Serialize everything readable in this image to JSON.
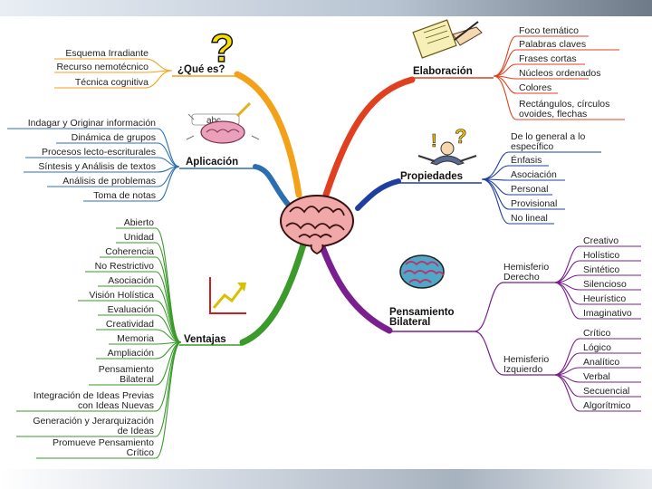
{
  "center": {
    "icon": "brain-icon"
  },
  "branches": {
    "que_es": {
      "title": "¿Qué es?",
      "items": [
        "Esquema Irradiante",
        "Recurso nemotécnico",
        "Técnica cognitiva"
      ],
      "icon": "question-mark-icon",
      "color": "#f4a11a"
    },
    "aplicacion": {
      "title": "Aplicación",
      "items": [
        "Indagar y Originar información",
        "Dinámica de grupos",
        "Procesos lecto-escriturales",
        "Síntesis y Análisis de textos",
        "Análisis de problemas",
        "Toma de notas"
      ],
      "icon": "abc-brain-icon",
      "color": "#2b6fb0"
    },
    "ventajas": {
      "title": "Ventajas",
      "items": [
        "Abierto",
        "Unidad",
        "Coherencia",
        "No Restrictivo",
        "Asociación",
        "Visión Holística",
        "Evaluación",
        "Creatividad",
        "Memoria",
        "Ampliación",
        "Pensamiento\nBilateral",
        "Integración de Ideas Previas\ncon Ideas Nuevas",
        "Generación y Jerarquización\nde Ideas",
        "Promueve Pensamiento\nCrítico"
      ],
      "icon": "growth-arrow-icon",
      "color": "#3a9a2a"
    },
    "elaboracion": {
      "title": "Elaboración",
      "items": [
        "Foco temático",
        "Palabras claves",
        "Frases cortas",
        "Núcleos ordenados",
        "Colores",
        "Rectángulos, círculos\novoides, flechas"
      ],
      "icon": "writing-hand-icon",
      "color": "#e04020"
    },
    "propiedades": {
      "title": "Propiedades",
      "items": [
        "De lo general a lo\nespecífico",
        "Énfasis",
        "Asociación",
        "Personal",
        "Provisional",
        "No lineal"
      ],
      "icon": "thinking-person-icon",
      "color": "#1f3fa0"
    },
    "pensamiento": {
      "title": "Pensamiento\nBilateral",
      "icon": "brain-hemispheres-icon",
      "color": "#7a1f8f",
      "derecho": {
        "label": "Hemisferio\nDerecho",
        "items": [
          "Creativo",
          "Holístico",
          "Sintético",
          "Silencioso",
          "Heurístico",
          "Imaginativo"
        ]
      },
      "izquierdo": {
        "label": "Hemisferio\nIzquierdo",
        "items": [
          "Crítico",
          "Lógico",
          "Analítico",
          "Verbal",
          "Secuencial",
          "Algorítmico"
        ]
      }
    }
  }
}
